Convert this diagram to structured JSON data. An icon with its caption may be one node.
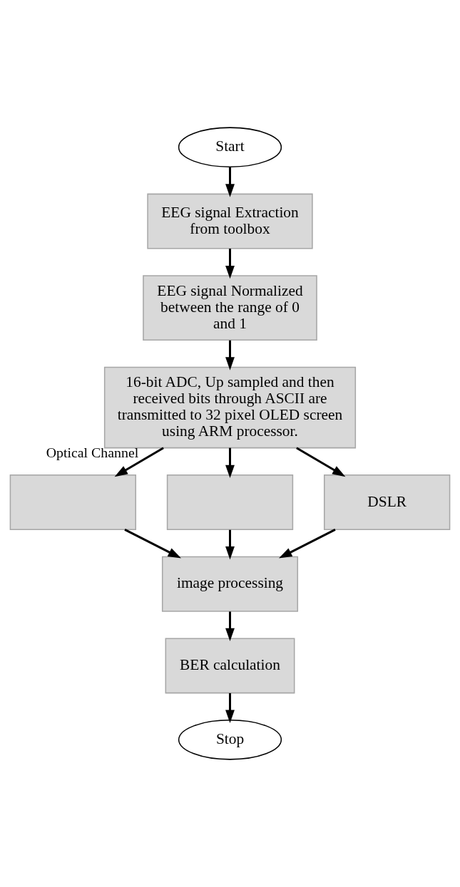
{
  "diagram": {
    "nodes": [
      {
        "text": [
          "Start"
        ]
      },
      {
        "text": [
          "EEG signal Extraction from toolbox"
        ]
      },
      {
        "text": [
          "EEG signal Normalized between the range of 0 and 1"
        ]
      },
      {
        "text": [
          "16-bit ADC, Up sampled and then received bits through ASCII are transmitted to 32 pixel OLED screen using ARM processor."
        ]
      },
      {
        "text": [],
        "shape": "box"
      },
      {
        "text": [],
        "shape": "box"
      },
      {
        "text": [
          "DSLR"
        ]
      },
      {
        "text": [
          "image processing"
        ]
      },
      {
        "text": [
          "BER calculation"
        ]
      },
      {
        "text": [
          "Stop"
        ]
      }
    ],
    "edges": [
      {
        "from": 0,
        "to": 1,
        "arrow": "to"
      },
      {
        "from": 1,
        "to": 2,
        "arrow": "to"
      },
      {
        "from": 2,
        "to": 3,
        "arrow": "to"
      },
      {
        "from": 3,
        "to": 4,
        "arrow": "to",
        "label": "Optical Channel"
      },
      {
        "from": 3,
        "to": 5,
        "arrow": "to"
      },
      {
        "from": 3,
        "to": 6,
        "arrow": "to"
      },
      {
        "from": 4,
        "to": 7,
        "arrow": "to"
      },
      {
        "from": 5,
        "to": 7,
        "arrow": "to"
      },
      {
        "from": 6,
        "to": 7,
        "arrow": "to"
      },
      {
        "from": 7,
        "to": 8,
        "arrow": "to"
      },
      {
        "from": 8,
        "to": 9,
        "arrow": "to"
      }
    ]
  }
}
